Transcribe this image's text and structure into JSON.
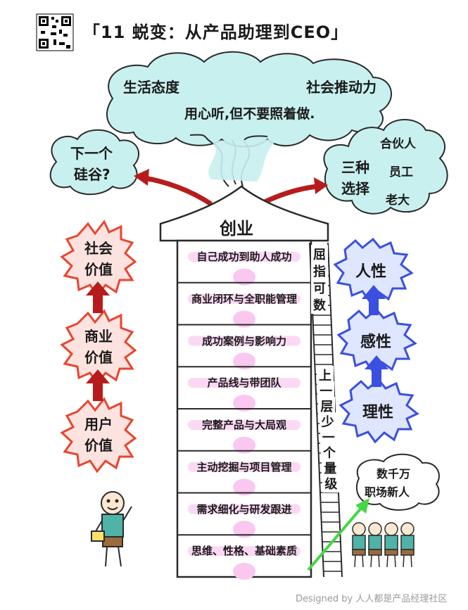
{
  "title": "「11 蜕变：从产品助理到CEO」",
  "qr": {
    "icon": "qr-code-icon"
  },
  "clouds": {
    "life_attitude": "生活态度",
    "social_driver": "社会推动力",
    "listen": "用心听,但不要照着做.",
    "next_valley_line1": "下一个",
    "next_valley_line2": "硅谷?",
    "three_choices_line1": "三种",
    "three_choices_line2": "选择",
    "partner": "合伙人",
    "employee": "员工",
    "boss": "老大"
  },
  "roof_label": "创业",
  "floors": [
    "自己成功到助人成功",
    "商业闭环与全职能管理",
    "成功案例与影响力",
    "产品线与带团队",
    "完整产品与大局观",
    "主动挖掘与项目管理",
    "需求细化与研发跟进",
    "思维、性格、基础素质"
  ],
  "ladder_text_top": [
    "屈",
    "指",
    "可",
    "数"
  ],
  "ladder_text_bottom": [
    "上",
    "一",
    "层",
    "少",
    "一",
    "个",
    "量",
    "级"
  ],
  "left_values": {
    "social_line1": "社会",
    "social_line2": "价值",
    "business_line1": "商业",
    "business_line2": "价值",
    "user_line1": "用户",
    "user_line2": "价值"
  },
  "right_values": {
    "humanity": "人性",
    "sensibility": "感性",
    "rationality": "理性"
  },
  "newcomers_line1": "数千万",
  "newcomers_line2": "职场新人",
  "watermark": "Designed by 人人都是产品经理社区",
  "colors": {
    "cloud_fill": "#c8f0ee",
    "cloud_stroke": "#2a2a2a",
    "burst_fill": "#fde3df",
    "burst_stroke": "#e8462f",
    "arrow_red": "#b71c1c",
    "arrow_blue": "#3b4fe0",
    "blue_fill": "#dfe6ff",
    "floor_pink": "#f9c7ef",
    "green_arrow": "#46d646"
  }
}
